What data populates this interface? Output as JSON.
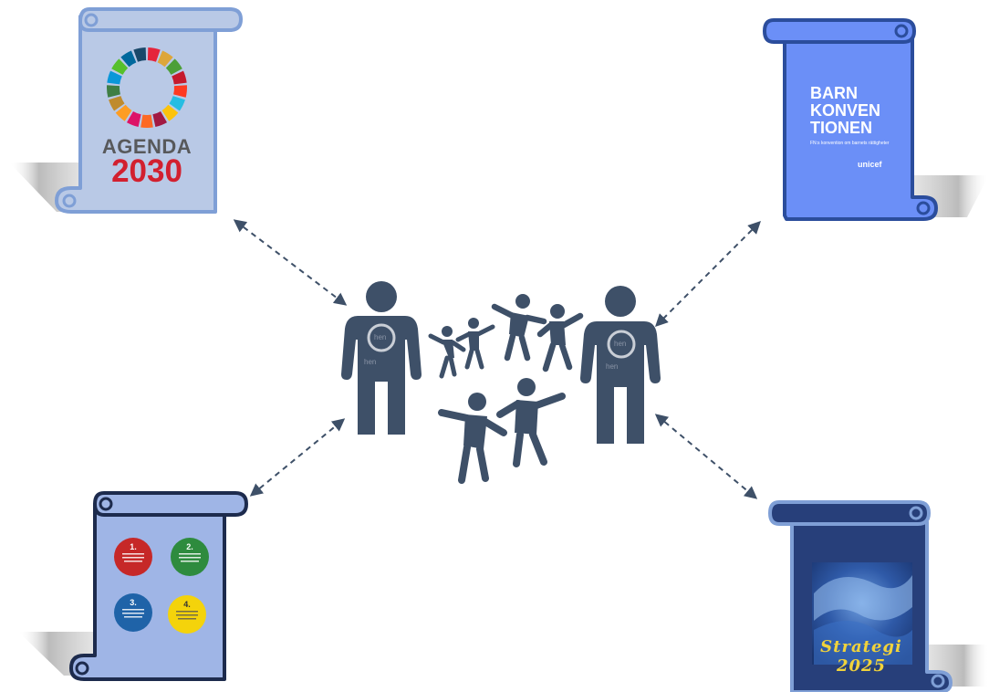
{
  "documents": {
    "agenda": {
      "word": "AGENDA",
      "year": "2030",
      "colors": [
        "#e5243b",
        "#dda63a",
        "#4c9f38",
        "#c5192d",
        "#ff3a21",
        "#26bde2",
        "#fcc30b",
        "#a21942",
        "#fd6925",
        "#dd1367",
        "#fd9d24",
        "#bf8b2e",
        "#3f7e44",
        "#0a97d9",
        "#56c02b",
        "#00689d",
        "#19486a"
      ]
    },
    "barnkonventionen": {
      "title_lines": [
        "BARN",
        "KONVEN",
        "TIONEN"
      ],
      "subtitle": "FN:s konvention om barnets rättigheter",
      "brand": "unicef"
    },
    "principles": {
      "numbers": [
        "1.",
        "2.",
        "3.",
        "4."
      ],
      "colors": [
        "#c62828",
        "#2e8b3e",
        "#1f63a8",
        "#f4d30b"
      ]
    },
    "strategi": {
      "title": "Strategi 2025"
    }
  },
  "figures": {
    "pronoun_label": "hen"
  },
  "colors": {
    "figure": "#3e5068",
    "arrow": "#3e5068",
    "scroll_agenda": "#b9c9e6",
    "scroll_barn": "#6b8ff7",
    "scroll_principles": "#9fb5e6",
    "scroll_strategi": "#273f7a"
  }
}
